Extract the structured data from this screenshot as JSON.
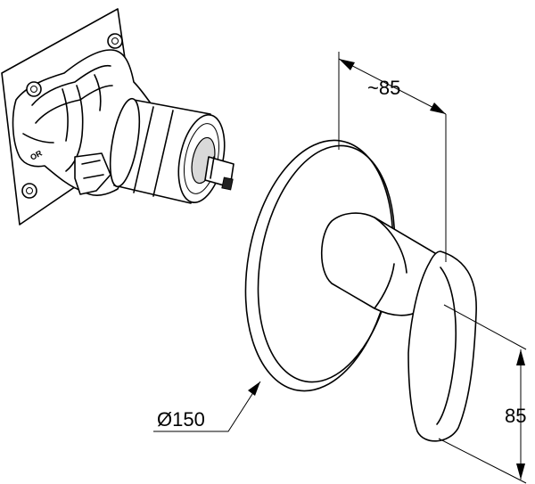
{
  "dimensions": {
    "depth_label": "~85",
    "height_label": "85",
    "rosette_diameter_label": "Ø150"
  },
  "valve_body_marking": "OR",
  "colors": {
    "line": "#000000",
    "background": "#ffffff",
    "shade": "#d9d9d9"
  }
}
